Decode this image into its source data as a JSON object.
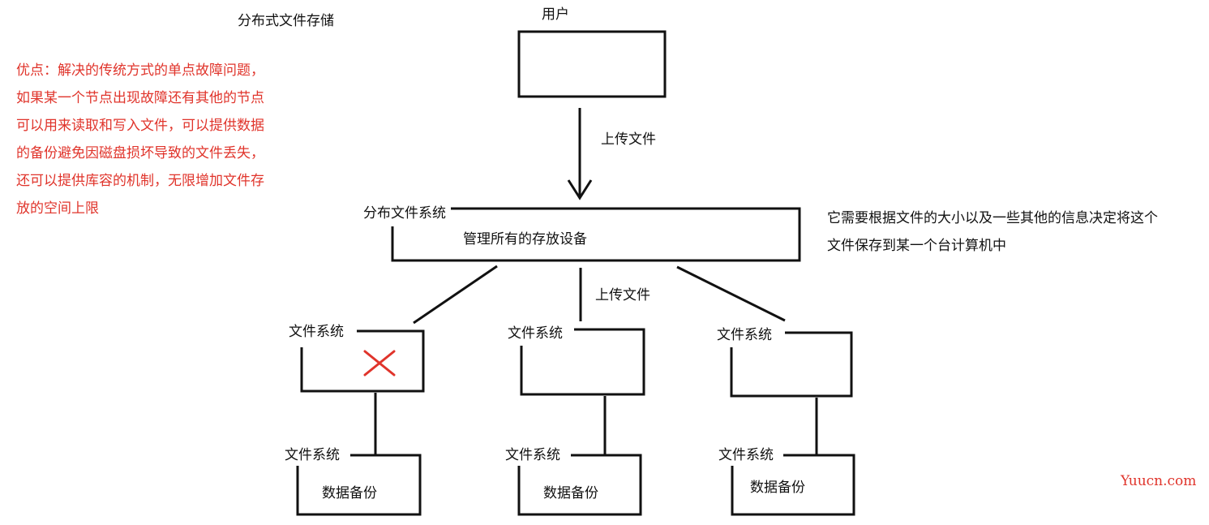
{
  "colors": {
    "accent_red": "#e0342b",
    "ink": "#111111",
    "background": "#ffffff"
  },
  "title": "分布式文件存储",
  "advantages_lines": [
    "优点：解决的传统方式的单点故障问题，",
    "如果某一个节点出现故障还有其他的节点",
    "可以用来读取和写入文件，可以提供数据",
    "的备份避免因磁盘损坏导致的文件丢失，",
    "还可以提供库容的机制，无限增加文件存",
    "放的空间上限"
  ],
  "user_label": "用户",
  "upload_label_top": "上传文件",
  "dfs": {
    "label": "分布文件系统",
    "manage_text": "管理所有的存放设备"
  },
  "note_lines": [
    "它需要根据文件的大小以及一些其他的信息决定将这个",
    "文件保存到某一个台计算机中"
  ],
  "upload_label_mid": "上传文件",
  "nodes": [
    {
      "label": "文件系统",
      "failed": true,
      "icon": "red-x-icon"
    },
    {
      "label": "文件系统",
      "failed": false
    },
    {
      "label": "文件系统",
      "failed": false
    }
  ],
  "backups": [
    {
      "label": "文件系统",
      "content": "数据备份"
    },
    {
      "label": "文件系统",
      "content": "数据备份"
    },
    {
      "label": "文件系统",
      "content": "数据备份"
    }
  ],
  "watermark": "Yuucn.com"
}
